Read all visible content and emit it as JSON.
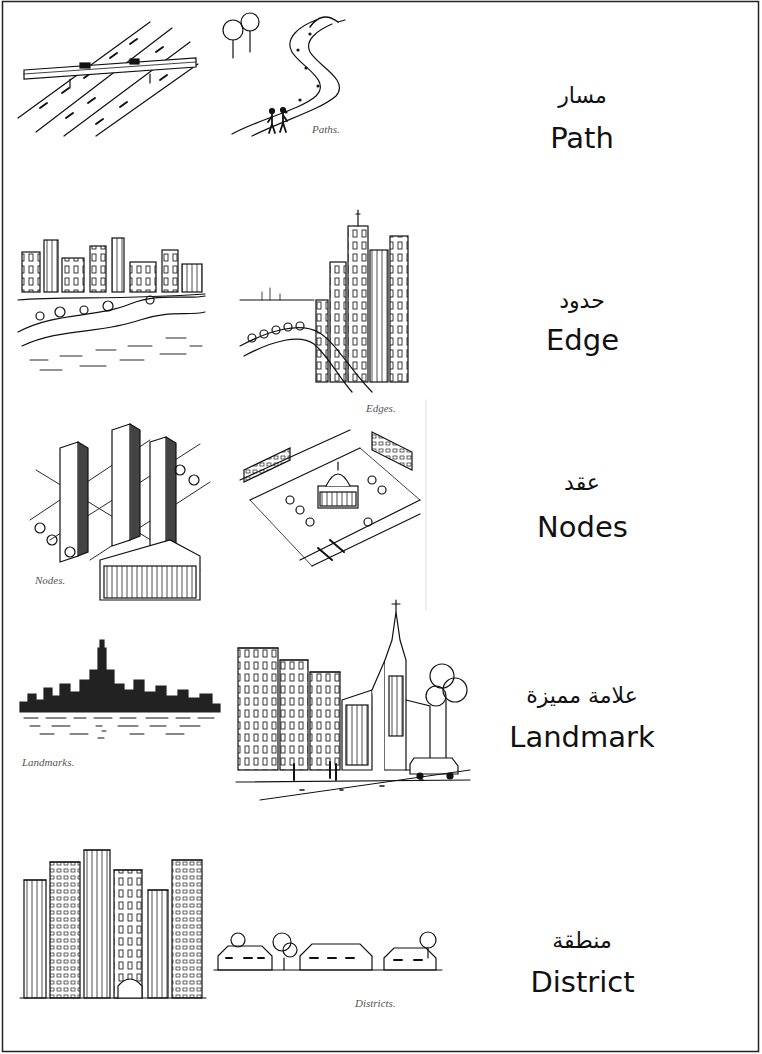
{
  "diagram": {
    "labels": [
      "مسار",
      "Path",
      "Paths.",
      "حدود",
      "Edge",
      "Edges.",
      "عقد",
      "Nodes",
      "Nodes.",
      "علامة مميزة",
      "Landmark",
      "Landmarks.",
      "منطقة",
      "District",
      "Districts."
    ]
  }
}
